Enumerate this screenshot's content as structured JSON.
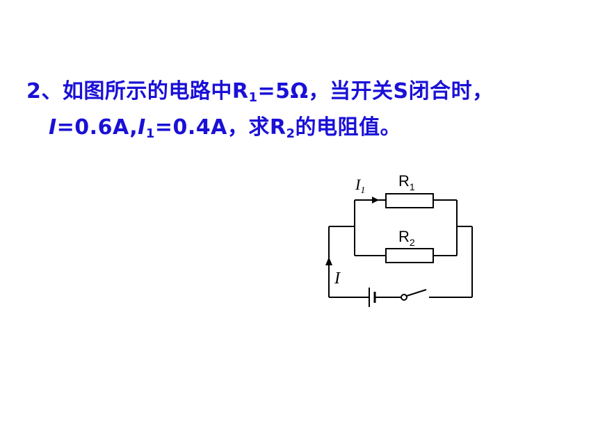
{
  "problem": {
    "number": "2",
    "sep": "、",
    "line1_text_a": "如图所示的电路中",
    "r1_letter": "R",
    "r1_sub": "1",
    "line1_text_b": "=5Ω，当开关",
    "switch_letter": "S",
    "line1_text_c": "闭合时，",
    "i_symbol": "I",
    "line2_text_a": "=0.6A,",
    "i1_symbol": "I",
    "i1_sub": "1",
    "line2_text_b": "=0.4A，求",
    "r2_letter": "R",
    "r2_sub": "2",
    "line2_text_c": "的电阻值。"
  },
  "circuit": {
    "r1_label": "R",
    "r1_sub": "1",
    "r2_label": "R",
    "r2_sub": "2",
    "i1_label": "I",
    "i1_sub": "1",
    "i_label": "I"
  }
}
